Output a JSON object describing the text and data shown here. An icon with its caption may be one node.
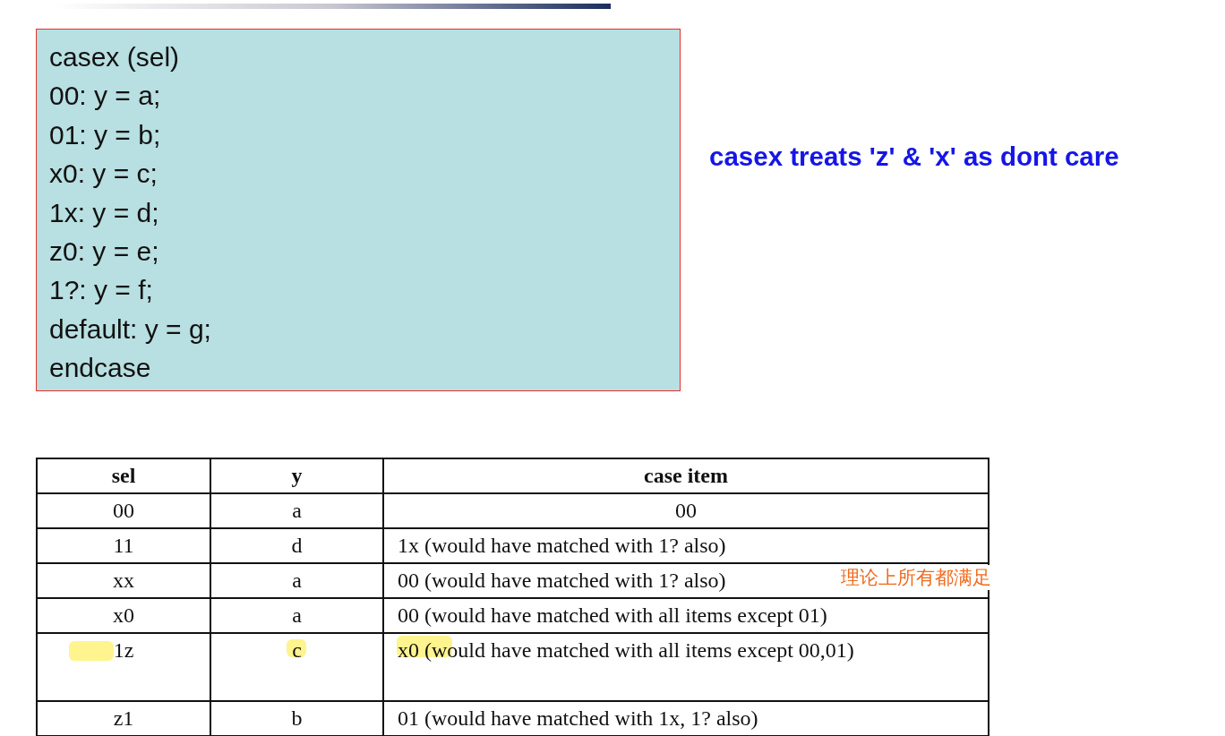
{
  "diagram": {
    "nodes": [
      {
        "text": [
          "casex (sel)",
          "00: y = a;",
          "01: y = b;",
          "x0: y = c;",
          "1x: y = d;",
          "z0: y = e;",
          "1?: y = f;",
          "default: y = g;",
          "endcase"
        ]
      }
    ],
    "labels": [
      "casex treats 'z' & 'x' as dont care",
      "sel",
      "y",
      "case item",
      "00",
      "a",
      "00",
      "11",
      "d",
      "1x (would have matched with 1? also)",
      "xx",
      "a",
      "00 (would have matched with 1? also)",
      "理论上所有都满足",
      "x0",
      "a",
      "00 (would have matched with all items except 01)",
      "1z",
      "c",
      "x0 (would have matched with all items except 00,01)",
      "z1",
      "b",
      "01 (would have matched with 1x, 1? also)"
    ]
  }
}
